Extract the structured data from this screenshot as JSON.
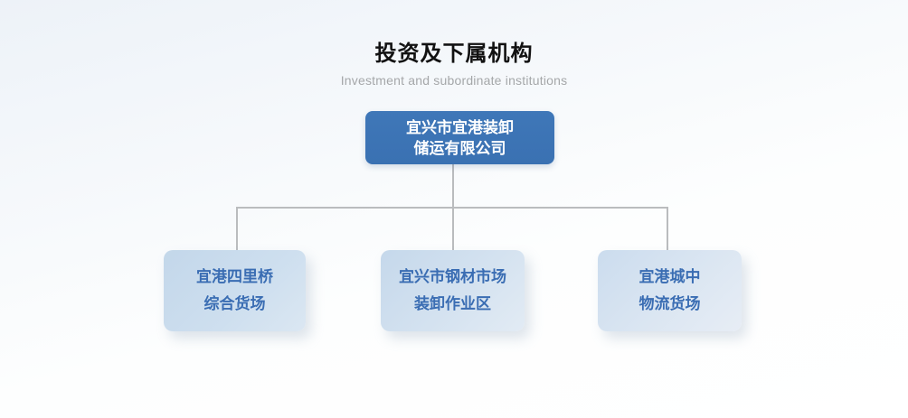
{
  "header": {
    "title": "投资及下属机构",
    "subtitle": "Investment and subordinate institutions"
  },
  "org_chart": {
    "root": {
      "label_line1": "宜兴市宜港装卸",
      "label_line2": "储运有限公司"
    },
    "children": [
      {
        "label_line1": "宜港四里桥",
        "label_line2": "综合货场"
      },
      {
        "label_line1": "宜兴市钢材市场",
        "label_line2": "装卸作业区"
      },
      {
        "label_line1": "宜港城中",
        "label_line2": "物流货场"
      }
    ],
    "colors": {
      "root_box_background": "#3b73b4",
      "root_box_text": "#ffffff",
      "child_box_background": "#c7daec",
      "child_box_text": "#3a6db3",
      "connector_line": "#babcbe",
      "title_text": "#121212",
      "subtitle_text": "#a5a7a9",
      "page_background_top": "#edf2f8",
      "page_background_bottom": "#ffffff"
    }
  }
}
